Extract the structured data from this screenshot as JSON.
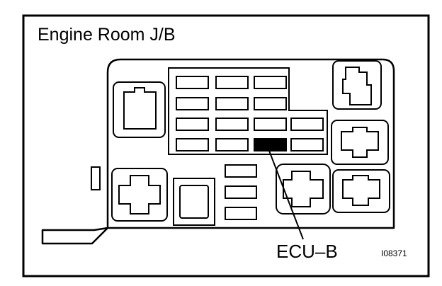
{
  "title": "Engine Room J/B",
  "callout_label": "ECU–B",
  "figure_id": "I08371",
  "colors": {
    "ink": "#000000",
    "paper": "#ffffff",
    "highlight": "#000000"
  }
}
